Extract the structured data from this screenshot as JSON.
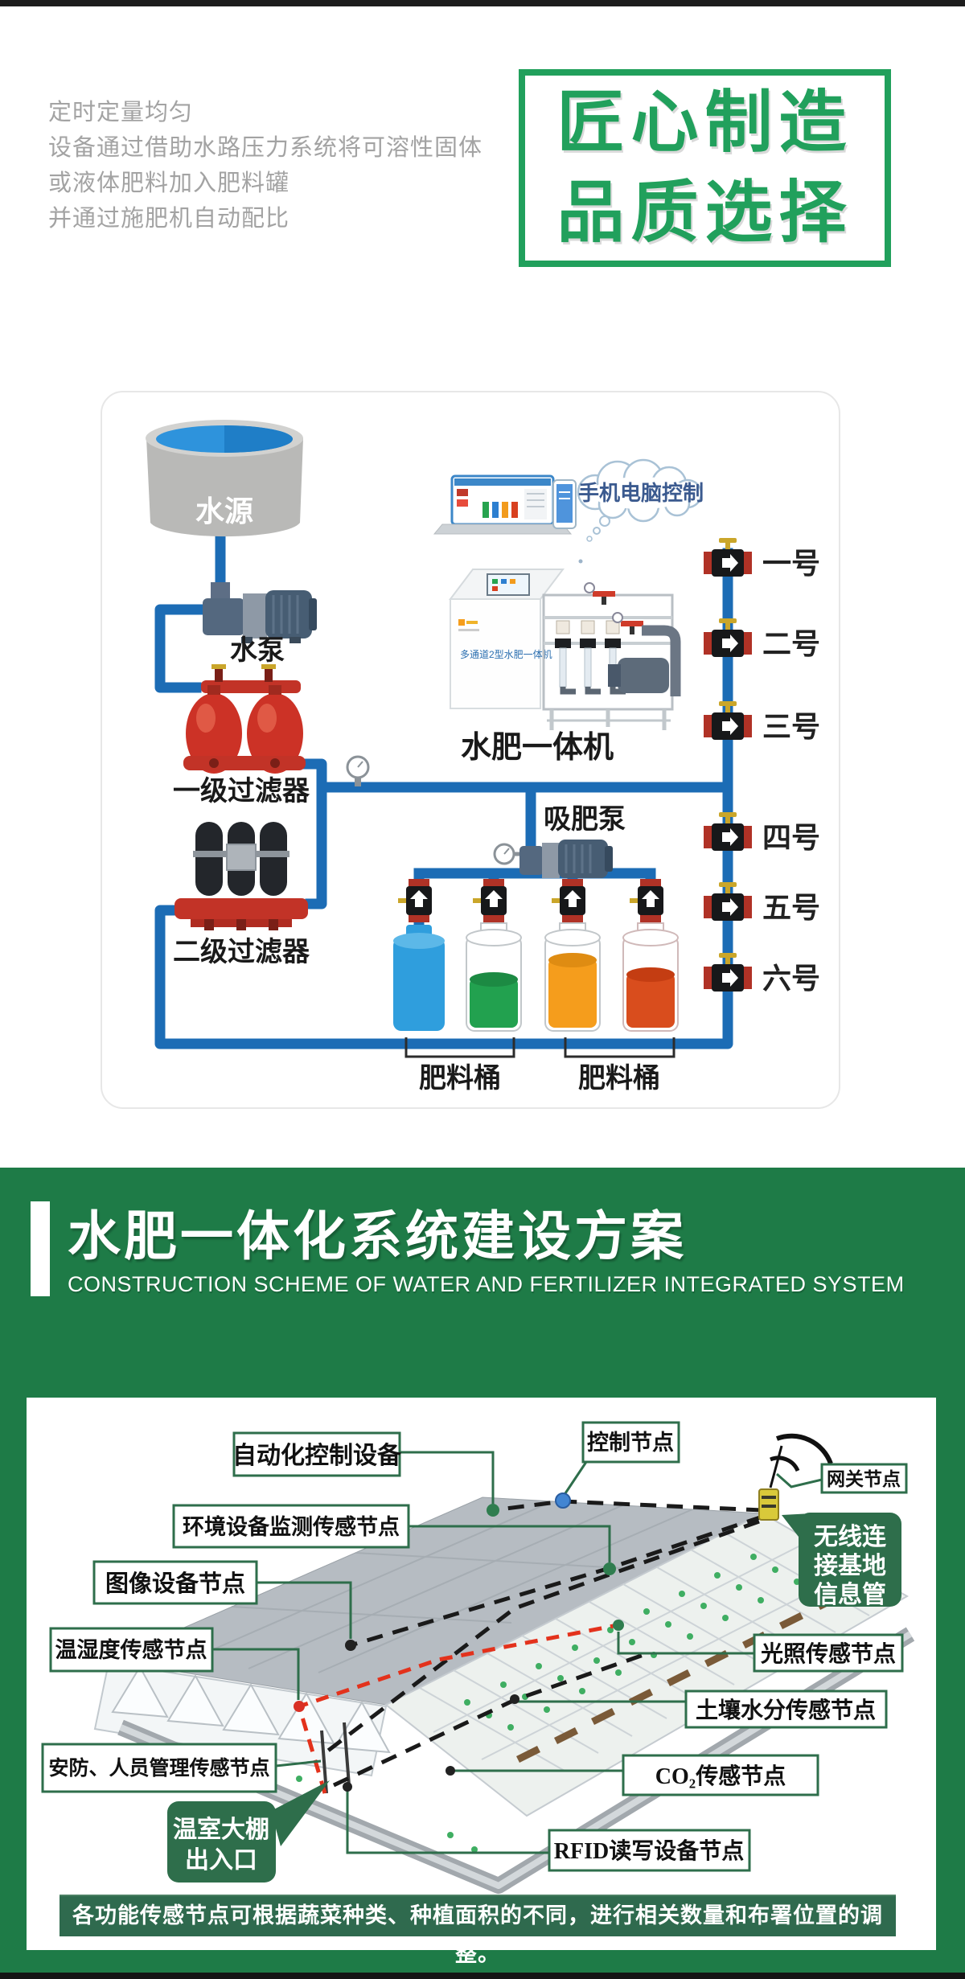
{
  "colors": {
    "top_bar": "#1c1c1c",
    "brand_green": "#21a05c",
    "section_green": "#1e7b47",
    "note_bar_green": "#2f6a4e",
    "label_border_green": "#2e6e4b",
    "pipe_blue": "#1c6cb5",
    "filter_red": "#c23327",
    "intro_gray": "#a3a3a3"
  },
  "intro": {
    "lines": [
      "定时定量均匀",
      "设备通过借助水路压力系统将可溶性固体",
      "或液体肥料加入肥料罐",
      "并通过施肥机自动配比"
    ]
  },
  "quality_badge": {
    "line1": "匠心制造",
    "line2": "品质选择"
  },
  "diagram": {
    "cloud_label": "手机电脑控制",
    "water_source": "水源",
    "water_pump": "水泵",
    "filter1": "一级过滤器",
    "filter2": "二级过滤器",
    "machine_label": "水肥一体机",
    "machine_side_text": "多通道2型水肥一体机",
    "suction_pump": "吸肥泵",
    "barrel_label_left": "肥料桶",
    "barrel_label_right": "肥料桶",
    "valves": [
      "一号",
      "二号",
      "三号",
      "四号",
      "五号",
      "六号"
    ]
  },
  "scheme": {
    "title": "水肥一体化系统建设方案",
    "subtitle": "CONSTRUCTION SCHEME OF WATER AND FERTILIZER INTEGRATED SYSTEM",
    "footer_note": "各功能传感节点可根据蔬菜种类、种植面积的不同，进行相关数量和布署位置的调整。",
    "labels": {
      "auto_control": "自动化控制设备",
      "env_monitor": "环境设备监测传感节点",
      "image_node": "图像设备节点",
      "temp_humidity": "温湿度传感节点",
      "security": "安防、人员管理传感节点",
      "entrance_l1": "温室大棚",
      "entrance_l2": "出入口",
      "control_node": "控制节点",
      "gateway_node": "网关节点",
      "wireless_l1": "无线连",
      "wireless_l2": "接基地",
      "wireless_l3": "信息管",
      "light_node": "光照传感节点",
      "soil_node": "土壤水分传感节点",
      "co2_node": "CO₂传感节点",
      "rfid_node": "RFID读写设备节点"
    }
  }
}
